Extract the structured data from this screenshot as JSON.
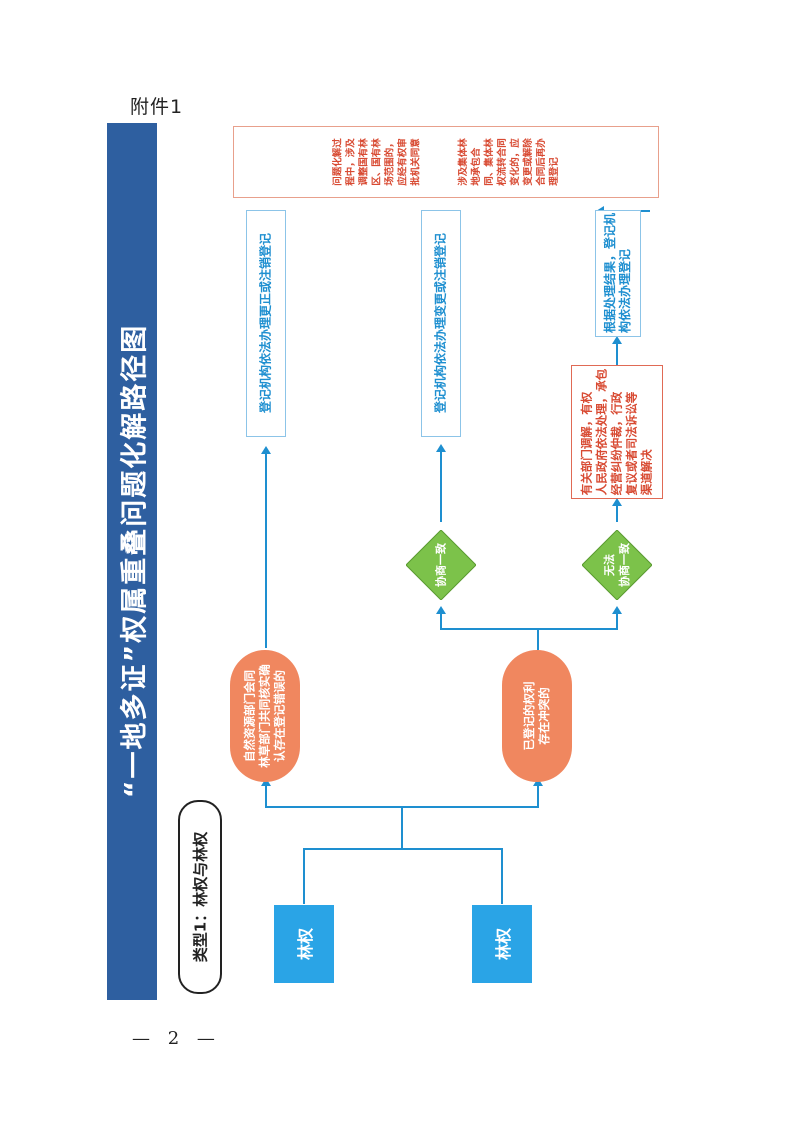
{
  "header": {
    "attachment": "附件1"
  },
  "title": "“一地多证”权属重叠问题化解路径图",
  "type_label": "类型1：林权与林权",
  "source_nodes": [
    {
      "label": "林权"
    },
    {
      "label": "林权"
    }
  ],
  "conditions": {
    "first": [
      "自然资源部门会同",
      "林草部门共同核实确",
      "认存在登记错误的"
    ],
    "second": [
      "已登记的权利",
      "存在冲突的"
    ]
  },
  "decisions": {
    "agree": [
      "协商一致"
    ],
    "disagree": [
      "无法",
      "协商一致"
    ]
  },
  "outcomes": {
    "correction": [
      "登记机构依法办理更正或注销登记"
    ],
    "change": [
      "登记机构依法办理变更或注销登记"
    ],
    "dispute": [
      "有关部门调解，有权",
      "人民政府依法处理，承包",
      "经营纠纷仲裁，行政",
      "复议或者司法诉讼等",
      "渠道解决"
    ],
    "result": [
      "根据处理结果，登记机",
      "构依法办理登记"
    ]
  },
  "note": {
    "part1": [
      "问题化解过",
      "程中，涉及",
      "调整国有林",
      "区、国有林",
      "场范围的，",
      "应经有权审",
      "批机关同意"
    ],
    "part2": [
      "涉及集体林",
      "地承包合",
      "同、集体林",
      "权流转合同",
      "变化的，应",
      "变更或解除",
      "合同后再办",
      "理登记"
    ]
  },
  "footer": {
    "page_number": "— 2 —"
  },
  "colors": {
    "banner": "#2e5fa0",
    "connector": "#1e8fd0",
    "forest_box": "#2aa4e6",
    "condition_pill": "#f0875f",
    "decision_diamond": "#7cc24a",
    "outcome_text": "#1e8fd0",
    "dispute_text": "#d84a32"
  }
}
